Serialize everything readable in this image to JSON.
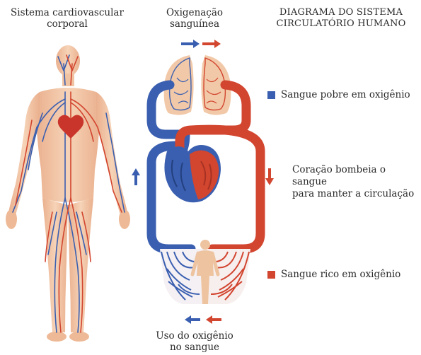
{
  "titles": {
    "left_line1": "Sistema cardiovascular",
    "left_line2": "corporal",
    "middle_line1": "Oxigenação",
    "middle_line2": "sanguínea",
    "right_line1": "DIAGRAMA DO SISTEMA",
    "right_line2": "CIRCULATÓRIO HUMANO",
    "bottom_line1": "Uso do oxigênio",
    "bottom_line2": "no sangue"
  },
  "legend": {
    "poor": "Sangue pobre em oxigênio",
    "rich": "Sangue rico em oxigênio"
  },
  "note": {
    "line1": "Coração bombeia o sangue",
    "line2": "para manter a circulação"
  },
  "colors": {
    "oxygen_poor": "#3a5fb0",
    "oxygen_rich": "#d2452f",
    "skin": "#f2c9a8",
    "background": "#ffffff"
  }
}
